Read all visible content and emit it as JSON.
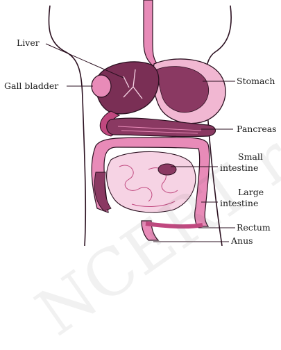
{
  "labels": {
    "liver": "Liver",
    "gall_bladder": "Gall bladder",
    "stomach": "Stomach",
    "pancreas": "Pancreas",
    "small_intestine_1": "Small",
    "small_intestine_2": "intestine",
    "large_intestine_1": "Large",
    "large_intestine_2": "intestine",
    "rectum": "Rectum",
    "anus": "Anus"
  },
  "watermark": "NCERT republished",
  "colors": {
    "organ_dark": "#7a2f55",
    "organ_mid": "#c0487f",
    "organ_light": "#e88bb8",
    "organ_pale": "#f6d3e4",
    "outline": "#2b1020"
  }
}
